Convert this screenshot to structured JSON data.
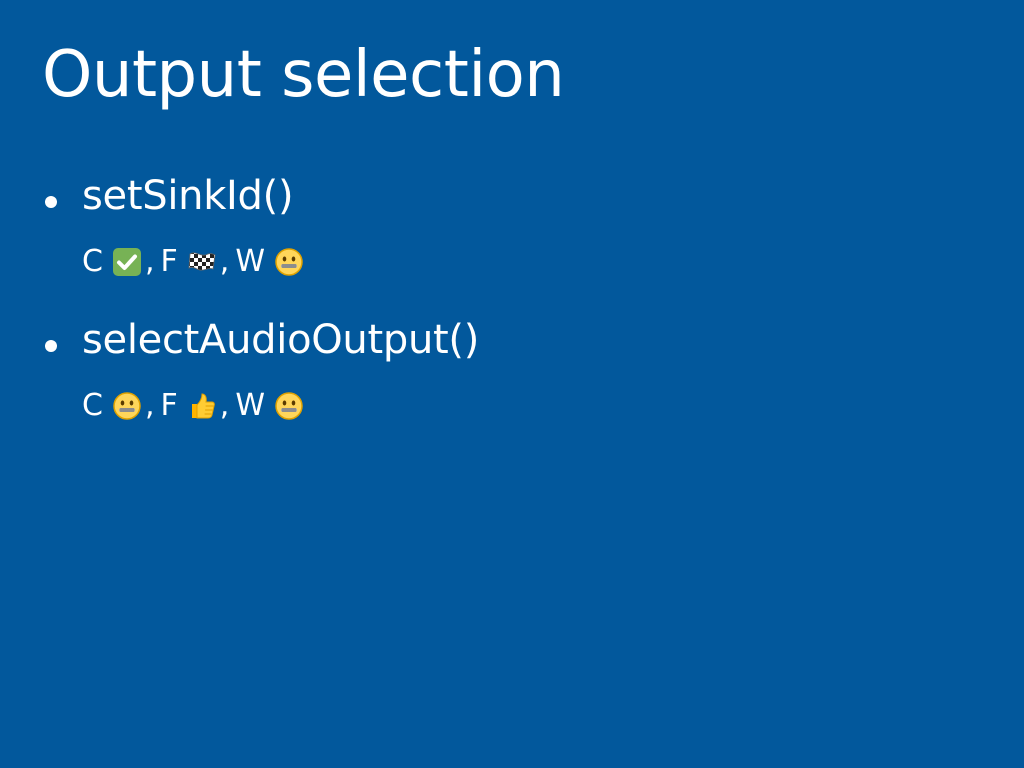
{
  "slide": {
    "title": "Output selection",
    "background_color": "#02589c",
    "text_color": "#ffffff",
    "bullets": [
      {
        "label": "setSinkId()",
        "support": [
          {
            "browser": "C",
            "status_icon": "check-mark-button-icon",
            "separator": ","
          },
          {
            "browser": "F",
            "status_icon": "chequered-flag-icon",
            "separator": ","
          },
          {
            "browser": "W",
            "status_icon": "zipper-mouth-face-icon",
            "separator": ""
          }
        ]
      },
      {
        "label": "selectAudioOutput()",
        "support": [
          {
            "browser": "C",
            "status_icon": "zipper-mouth-face-icon",
            "separator": ","
          },
          {
            "browser": "F",
            "status_icon": "thumbs-up-icon",
            "separator": ","
          },
          {
            "browser": "W",
            "status_icon": "zipper-mouth-face-icon",
            "separator": ""
          }
        ]
      }
    ]
  }
}
